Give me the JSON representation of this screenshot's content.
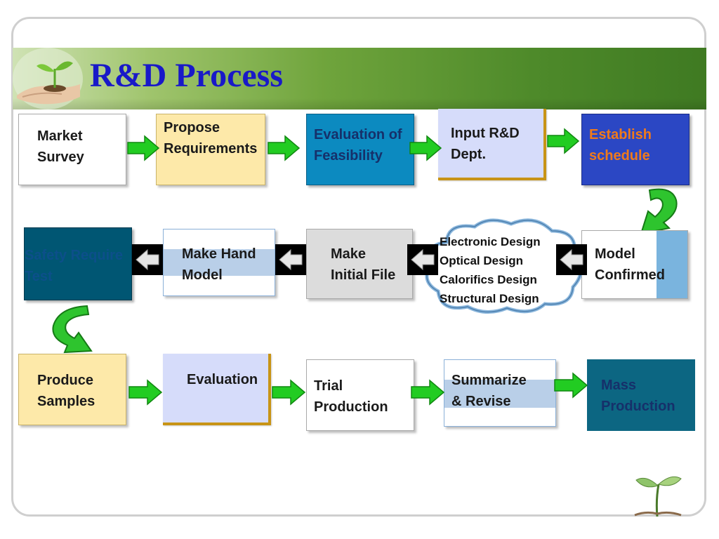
{
  "title": "R&D Process",
  "row1": {
    "market_survey": "Market\nSurvey",
    "propose_requirements": "Propose\nRequirements",
    "evaluation_of_feasibility": "Evaluation of\nFeasibility",
    "input_rd_dept": "Input R&D\nDept.",
    "establish_schedule": "Establish\nschedule"
  },
  "row2": {
    "model_confirmed": "Model\nConfirmed",
    "design_items": [
      "Electronic Design",
      "Optical Design",
      "Calorifics Design",
      "Structural Design"
    ],
    "make_initial_file": "Make\nInitial File",
    "make_hand_model": "Make Hand\nModel",
    "safety_require_test": "Safety Require\nTest"
  },
  "row3": {
    "produce_samples": "Produce\nSamples",
    "evaluation": "Evaluation",
    "trial_production": "Trial\nProduction",
    "summarize_revise": "Summarize\n& Revise",
    "mass_production": "Mass\nProduction"
  },
  "colors": {
    "title": "#1919c8",
    "banner_green": "#4e8a2a",
    "arrow_green": "#22cc22",
    "schedule_text": "#f07a1a"
  },
  "icons": [
    "seedling-hand-icon",
    "sprout-icon",
    "curved-arrow-icon",
    "left-arrow-icon",
    "right-arrow-icon"
  ]
}
